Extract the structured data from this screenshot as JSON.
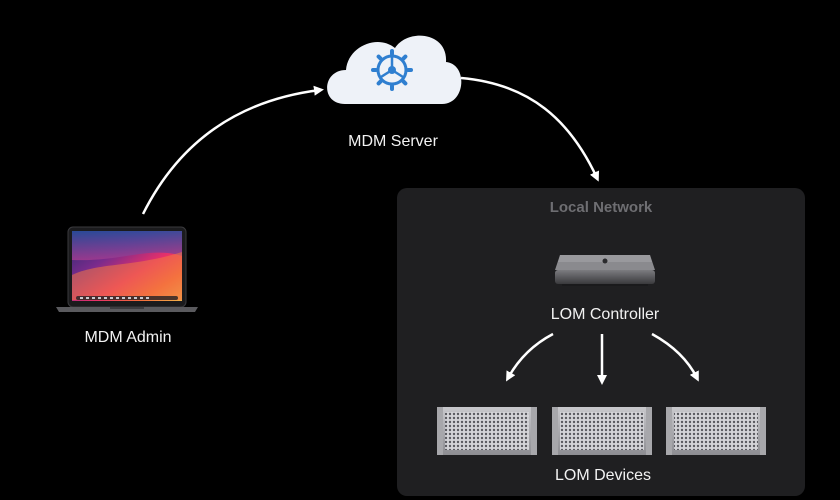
{
  "nodes": {
    "mdm_server": {
      "label": "MDM Server",
      "icon": "cloud-gear-icon"
    },
    "mdm_admin": {
      "label": "MDM Admin",
      "icon": "macbook-laptop-icon"
    },
    "lom_controller": {
      "label": "LOM Controller",
      "icon": "mac-mini-icon"
    },
    "lom_devices": {
      "label": "LOM Devices",
      "icon": "mac-pro-rack-icon",
      "count": 3
    }
  },
  "groups": {
    "local_network": {
      "title": "Local Network"
    }
  },
  "edges": [
    {
      "from": "mdm_admin",
      "to": "mdm_server"
    },
    {
      "from": "mdm_server",
      "to": "lom_controller"
    },
    {
      "from": "lom_controller",
      "to": "lom_devices"
    }
  ],
  "colors": {
    "background": "#000000",
    "panel": "#1f1f21",
    "panel_title": "#6e6e72",
    "cloud": "#eef2f8",
    "gear": "#2f7fd0",
    "arrow": "#ffffff",
    "label": "#f2f2f2"
  }
}
